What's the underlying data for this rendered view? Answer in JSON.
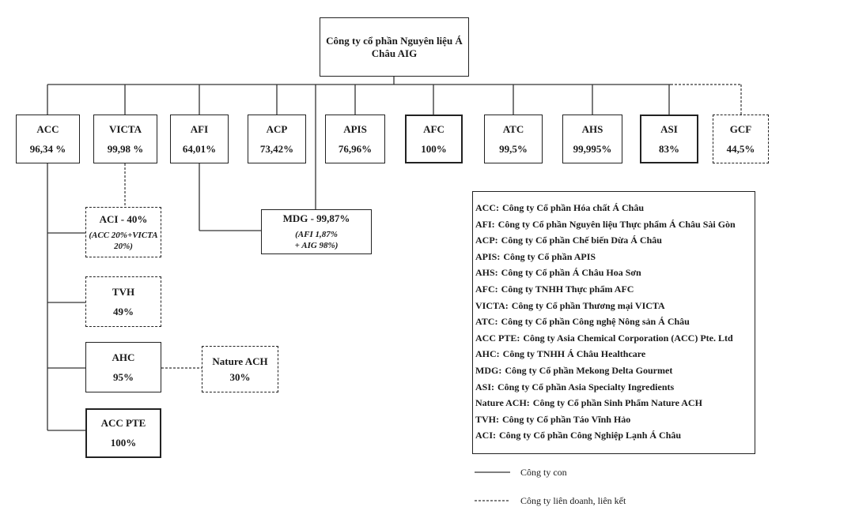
{
  "parent": {
    "line1": "Công ty cổ phần Nguyên liệu Á",
    "line2": "Châu AIG"
  },
  "companies": [
    {
      "code": "ACC",
      "pct": "96,34 %"
    },
    {
      "code": "VICTA",
      "pct": "99,98 %"
    },
    {
      "code": "AFI",
      "pct": "64,01%"
    },
    {
      "code": "ACP",
      "pct": "73,42%"
    },
    {
      "code": "APIS",
      "pct": "76,96%"
    },
    {
      "code": "AFC",
      "pct": "100%"
    },
    {
      "code": "ATC",
      "pct": "99,5%"
    },
    {
      "code": "AHS",
      "pct": "99,995%"
    },
    {
      "code": "ASI",
      "pct": "83%"
    },
    {
      "code": "GCF",
      "pct": "44,5%"
    }
  ],
  "aci": {
    "title": "ACI - 40%",
    "note_line1": "(ACC 20%+VICTA",
    "note_line2": "20%)"
  },
  "mdg": {
    "title": "MDG - 99,87%",
    "note_line1": "(AFI 1,87%",
    "note_line2": "+ AIG 98%)"
  },
  "tvh": {
    "code": "TVH",
    "pct": "49%"
  },
  "ahc": {
    "code": "AHC",
    "pct": "95%"
  },
  "acc_pte": {
    "code": "ACC PTE",
    "pct": "100%"
  },
  "nature_ach": {
    "code": "Nature ACH",
    "pct": "30%"
  },
  "glossary": [
    {
      "code": "ACC:",
      "name": "Công ty Cổ phần Hóa chất Á Châu"
    },
    {
      "code": "AFI:",
      "name": "Công ty Cổ phần Nguyên liệu Thực phẩm Á Châu Sài Gòn"
    },
    {
      "code": "ACP:",
      "name": "Công ty Cổ phần Chế biến Dừa Á Châu"
    },
    {
      "code": "APIS:",
      "name": "Công ty Cổ phần APIS"
    },
    {
      "code": "AHS:",
      "name": "Công ty Cổ phần Á Châu Hoa Sơn"
    },
    {
      "code": "AFC:",
      "name": "Công ty TNHH Thực phẩm AFC"
    },
    {
      "code": "VICTA:",
      "name": "Công ty Cổ phần Thương mại VICTA"
    },
    {
      "code": "ATC:",
      "name": "Công ty Cổ phần Công nghệ Nông sản Á Châu"
    },
    {
      "code": "ACC PTE:",
      "name": "Công ty Asia Chemical Corporation (ACC) Pte. Ltd"
    },
    {
      "code": "AHC:",
      "name": "Công ty TNHH Á Châu Healthcare"
    },
    {
      "code": "MDG:",
      "name": "Công ty Cổ phần Mekong Delta Gourmet"
    },
    {
      "code": "ASI:",
      "name": "Công ty Cổ phần Asia Specialty Ingredients"
    },
    {
      "code": "Nature ACH:",
      "name": "Công ty Cổ phần Sinh Phẩm Nature ACH"
    },
    {
      "code": "TVH:",
      "name": "Công ty Cổ phần Táo Vĩnh Hảo"
    },
    {
      "code": "ACI:",
      "name": "Công ty Cổ phần Công Nghiệp Lạnh Á Châu"
    }
  ],
  "legend": {
    "solid": "Công ty con",
    "dashed": "Công ty liên doanh, liên kết"
  }
}
